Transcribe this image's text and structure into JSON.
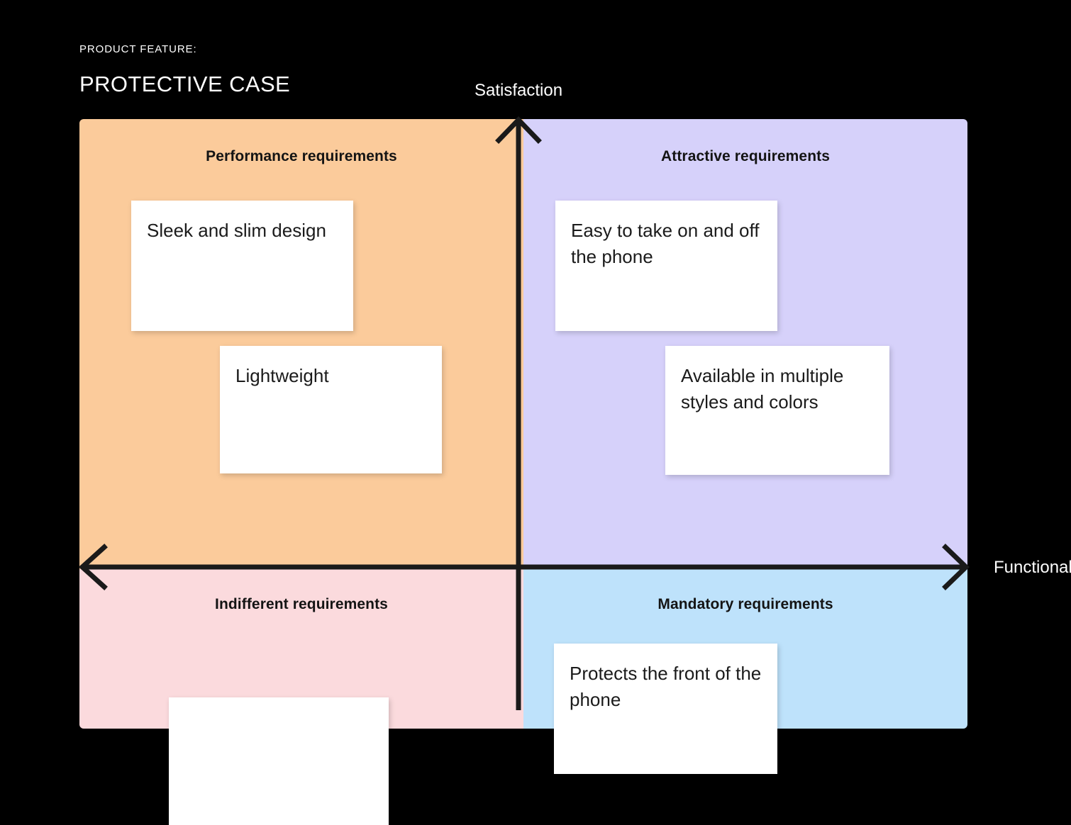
{
  "header": {
    "eyebrow": "PRODUCT FEATURE:",
    "title": "PROTECTIVE CASE"
  },
  "axes": {
    "y_label": "Satisfaction",
    "x_label": "Functionality",
    "x_label_clipped": "Functiona",
    "axis_color": "#1a1a1a"
  },
  "quadrants": {
    "top_left": {
      "title": "Performance requirements",
      "color": "#fbcb9b"
    },
    "top_right": {
      "title": "Attractive requirements",
      "color": "#d6d1fa"
    },
    "bottom_left": {
      "title": "Indifferent requirements",
      "color": "#fbdadd"
    },
    "bottom_right": {
      "title": "Mandatory requirements",
      "color": "#bee2fb"
    }
  },
  "cards": {
    "sleek": "Sleek and slim design",
    "lightweight": "Lightweight",
    "easy": "Easy to take on and off the phone",
    "available": "Available in multiple styles and colors",
    "protects": "Protects the front of the phone",
    "empty": ""
  }
}
